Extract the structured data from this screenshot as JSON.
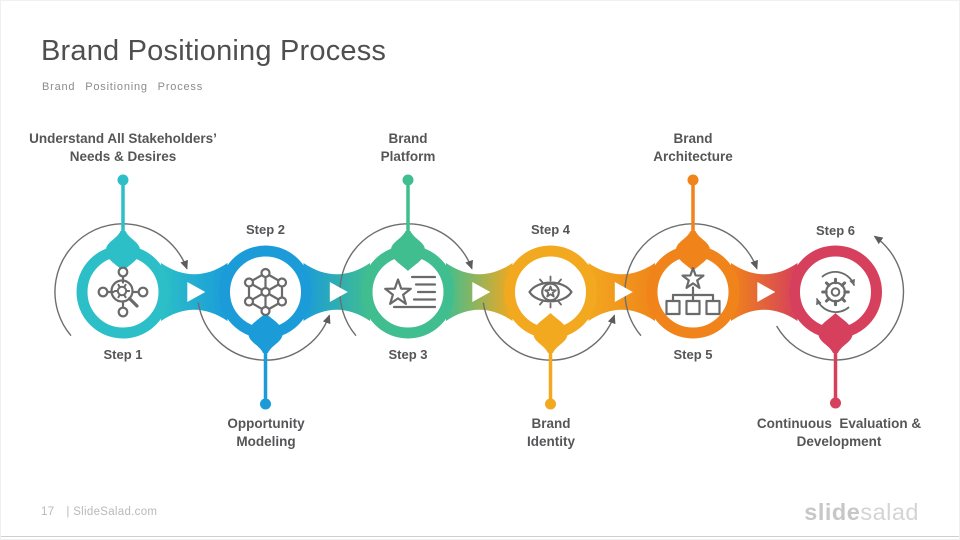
{
  "slide": {
    "title": "Brand Positioning Process",
    "subtitle": "Brand Positioning Process",
    "footer": {
      "page_number": "17",
      "site": "| SlideSalad.com"
    },
    "logo": {
      "part1": "slide",
      "part2": "salad"
    }
  },
  "diagram": {
    "steps": [
      {
        "number": "Step 1",
        "label_line1": "Understand All Stakeholders’",
        "label_line2": "Needs & Desires",
        "label_position": "top",
        "color": "#2CBFC7",
        "icon": "research-magnifier-gear-icon"
      },
      {
        "number": "Step 2",
        "label_line1": "Opportunity",
        "label_line2": "Modeling",
        "label_position": "bottom",
        "color": "#1B9CD9",
        "icon": "network-nodes-icon"
      },
      {
        "number": "Step 3",
        "label_line1": "Brand",
        "label_line2": "Platform",
        "label_position": "top",
        "color": "#41BE8F",
        "icon": "star-list-icon"
      },
      {
        "number": "Step 4",
        "label_line1": "Brand",
        "label_line2": "Identity",
        "label_position": "bottom",
        "color": "#F2A81F",
        "icon": "eye-star-icon"
      },
      {
        "number": "Step 5",
        "label_line1": "Brand",
        "label_line2": "Architecture",
        "label_position": "top",
        "color": "#F0841A",
        "icon": "hierarchy-star-icon"
      },
      {
        "number": "Step 6",
        "label_line1": "Continuous  Evaluation &",
        "label_line2": "Development",
        "label_position": "bottom",
        "color": "#D6405C",
        "icon": "gear-cycle-icon"
      }
    ]
  }
}
